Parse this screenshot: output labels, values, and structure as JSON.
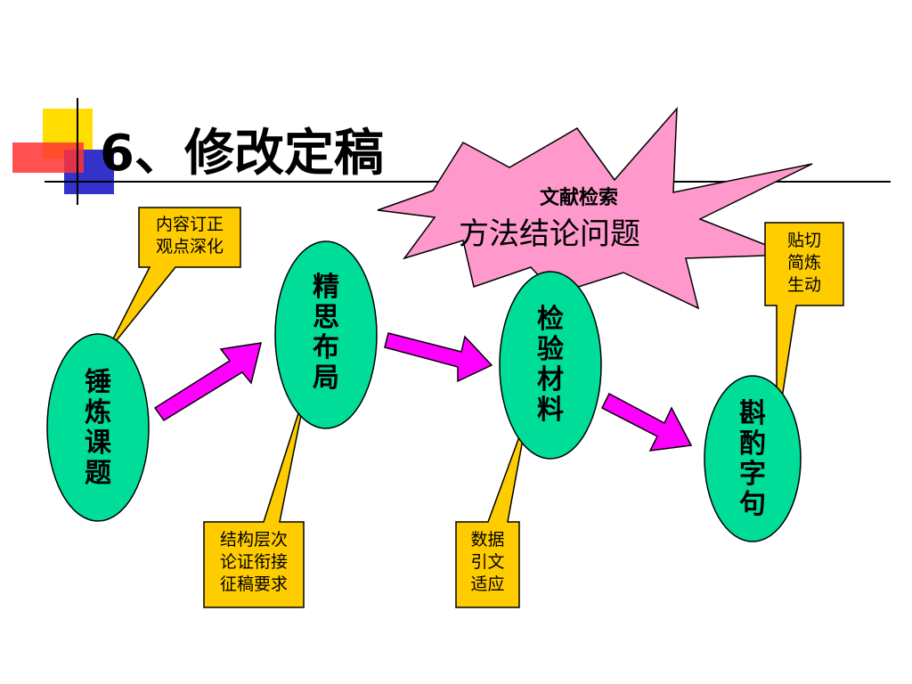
{
  "title": "6、修改定稿",
  "burst": {
    "line1": "文献检索",
    "line2": "方法结论问题",
    "fill": "#ff99cc"
  },
  "nodes": [
    {
      "id": "refine-topic",
      "label": "锤炼课题"
    },
    {
      "id": "layout",
      "label": "精思布局"
    },
    {
      "id": "check-material",
      "label": "检验材料"
    },
    {
      "id": "wording",
      "label": "斟酌字句"
    }
  ],
  "callouts": [
    {
      "id": "content",
      "lines": [
        "内容订正",
        "观点深化"
      ]
    },
    {
      "id": "structure",
      "lines": [
        "结构层次",
        "论证衔接",
        "征稿要求"
      ]
    },
    {
      "id": "data",
      "lines": [
        "数据",
        "引文",
        "适应"
      ]
    },
    {
      "id": "style",
      "lines": [
        "贴切",
        "简炼",
        "生动"
      ]
    }
  ],
  "colors": {
    "node_fill": "#00dd99",
    "callout_fill": "#ffcc00",
    "arrow_fill": "#ff00ff",
    "deco_yellow": "#ffdd00",
    "deco_blue": "#3333cc",
    "deco_red": "#ff3333"
  }
}
